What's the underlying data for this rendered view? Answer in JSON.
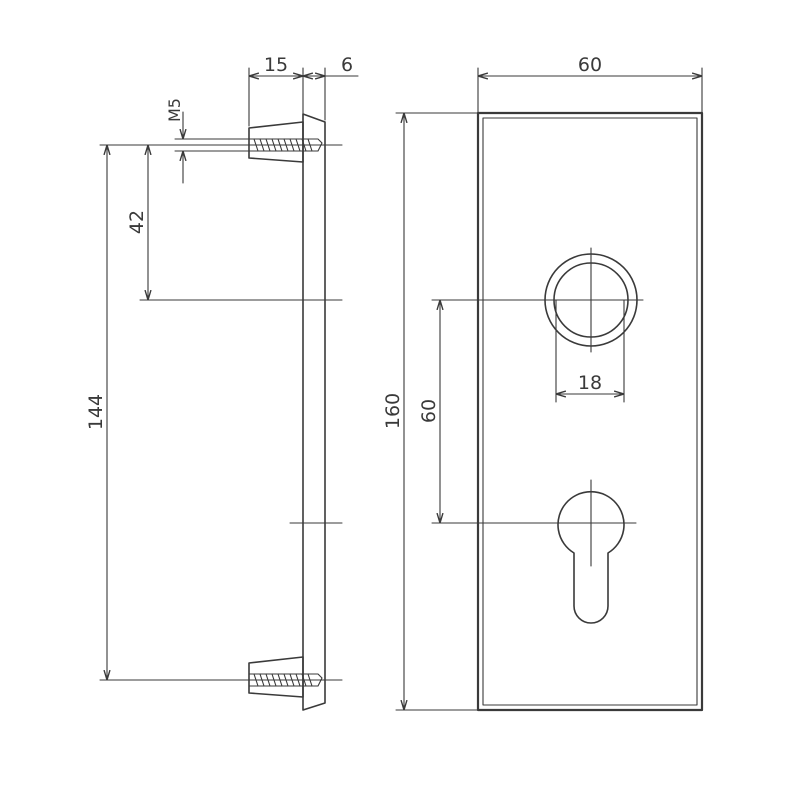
{
  "colors": {
    "line": "#3a3a3a",
    "background": "#ffffff"
  },
  "dimensions": {
    "boss_length": "15",
    "plate_thickness": "6",
    "thread": "M5",
    "offset_top": "42",
    "screw_spacing": "144",
    "plate_height": "160",
    "plate_width": "60",
    "hole_spacing": "60",
    "knob_hole_diameter": "18"
  }
}
